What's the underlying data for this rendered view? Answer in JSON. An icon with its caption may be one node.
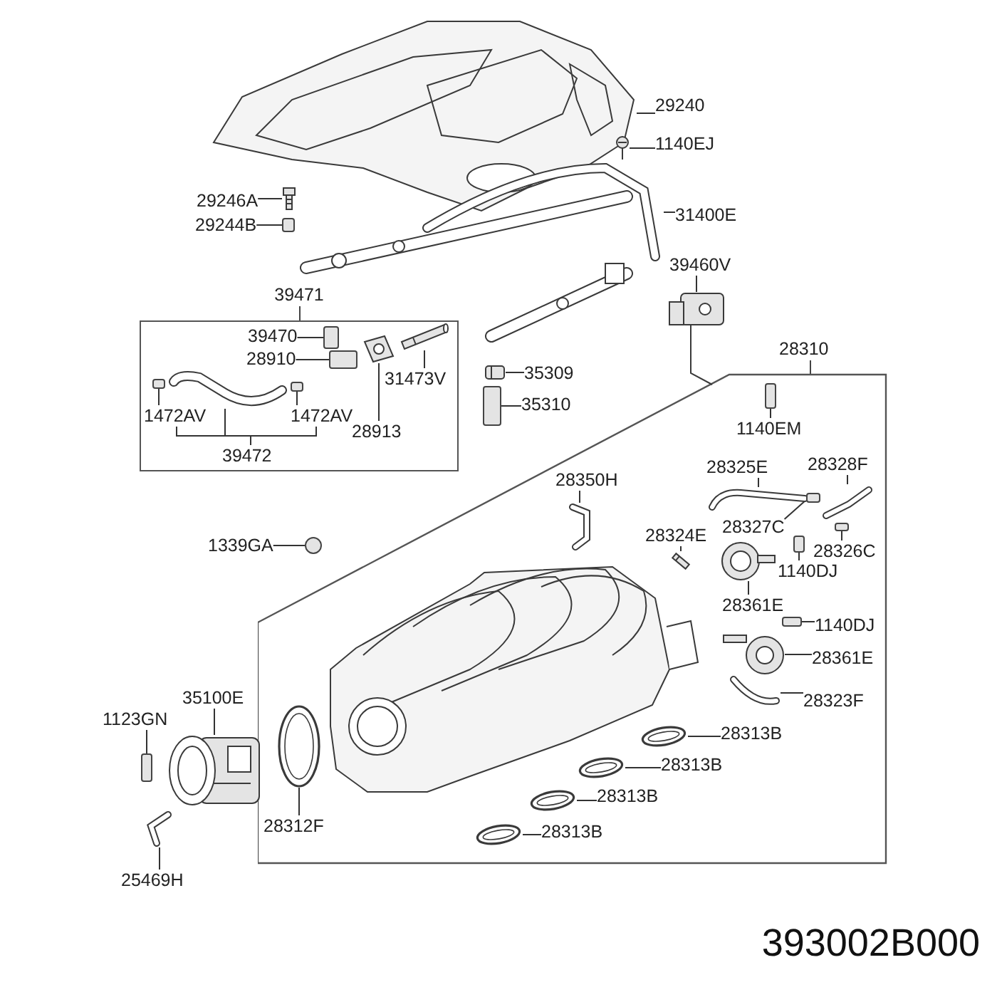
{
  "diagram": {
    "nodes": [
      {
        "text": [
          "29240"
        ]
      },
      {
        "text": [
          "29246A"
        ]
      },
      {
        "text": [
          "29244B"
        ]
      },
      {
        "text": [
          "1140EJ"
        ]
      },
      {
        "text": [
          "31400E"
        ]
      },
      {
        "text": [
          "39460V"
        ]
      },
      {
        "text": [
          "39471"
        ]
      },
      {
        "text": [
          "39470"
        ],
        "in": 6
      },
      {
        "text": [
          "28910"
        ],
        "in": 6
      },
      {
        "text": [
          "31473V"
        ],
        "in": 6
      },
      {
        "text": [
          "1472AV"
        ],
        "in": 6
      },
      {
        "text": [
          "1472AV"
        ],
        "in": 6
      },
      {
        "text": [
          "28913"
        ],
        "in": 6
      },
      {
        "text": [
          "39472"
        ],
        "in": 6
      },
      {
        "text": [
          "35309"
        ]
      },
      {
        "text": [
          "35310"
        ]
      },
      {
        "text": [
          "1140EM"
        ],
        "in": 17
      },
      {
        "text": [
          "28310"
        ]
      },
      {
        "text": [
          "28325E"
        ],
        "in": 17
      },
      {
        "text": [
          "28328F"
        ],
        "in": 17
      },
      {
        "text": [
          "28350H"
        ],
        "in": 17
      },
      {
        "text": [
          "28327C"
        ],
        "in": 17
      },
      {
        "text": [
          "28326C"
        ],
        "in": 17
      },
      {
        "text": [
          "28324E"
        ],
        "in": 17
      },
      {
        "text": [
          "1339GA"
        ]
      },
      {
        "text": [
          "1140DJ"
        ],
        "in": 17
      },
      {
        "text": [
          "28361E"
        ],
        "in": 17
      },
      {
        "text": [
          "1140DJ"
        ],
        "in": 17
      },
      {
        "text": [
          "28361E"
        ],
        "in": 17
      },
      {
        "text": [
          "28323F"
        ],
        "in": 17
      },
      {
        "text": [
          "35100E"
        ]
      },
      {
        "text": [
          "1123GN"
        ]
      },
      {
        "text": [
          "28313B"
        ],
        "in": 17
      },
      {
        "text": [
          "28313B"
        ],
        "in": 17
      },
      {
        "text": [
          "28313B"
        ],
        "in": 17
      },
      {
        "text": [
          "28312F"
        ],
        "in": 17
      },
      {
        "text": [
          "28313B"
        ],
        "in": 17
      },
      {
        "text": [
          "25469H"
        ]
      },
      {
        "text": [],
        "shape": "picture"
      },
      {
        "text": [],
        "shape": "picture"
      },
      {
        "text": [],
        "shape": "box"
      },
      {
        "text": [],
        "shape": "picture"
      },
      {
        "text": [],
        "shape": "picture"
      },
      {
        "text": [],
        "shape": "picture"
      },
      {
        "text": [],
        "shape": "box",
        "in": 6
      },
      {
        "text": [],
        "shape": "box",
        "in": 6
      },
      {
        "text": [],
        "shape": "picture",
        "in": 6
      },
      {
        "text": [],
        "shape": "box",
        "in": 6
      },
      {
        "text": [],
        "shape": "box",
        "in": 6
      },
      {
        "text": [],
        "shape": "picture",
        "in": 6
      },
      {
        "text": [],
        "shape": "picture",
        "in": 6
      },
      {
        "text": [],
        "shape": "picture"
      },
      {
        "text": [],
        "shape": "box"
      },
      {
        "text": [],
        "shape": "box",
        "in": 17
      },
      {
        "text": [],
        "shape": "picture",
        "in": 17
      },
      {
        "text": [],
        "shape": "picture",
        "in": 17
      },
      {
        "text": [],
        "shape": "picture",
        "in": 17
      },
      {
        "text": [],
        "shape": "box",
        "in": 17
      },
      {
        "text": [],
        "shape": "box",
        "in": 17
      },
      {
        "text": [],
        "shape": "picture",
        "in": 17
      },
      {
        "text": [],
        "shape": "circle"
      },
      {
        "text": [],
        "shape": "box",
        "in": 17
      },
      {
        "text": [],
        "shape": "picture",
        "in": 17
      },
      {
        "text": [],
        "shape": "box",
        "in": 17
      },
      {
        "text": [],
        "shape": "picture",
        "in": 17
      },
      {
        "text": [],
        "shape": "picture",
        "in": 17
      },
      {
        "text": [],
        "shape": "picture"
      },
      {
        "text": [],
        "shape": "box"
      },
      {
        "text": [],
        "shape": "picture",
        "in": 17
      },
      {
        "text": [],
        "shape": "picture",
        "in": 17
      },
      {
        "text": [],
        "shape": "picture",
        "in": 17
      },
      {
        "text": [],
        "shape": "picture",
        "in": 17
      },
      {
        "text": [],
        "shape": "picture",
        "in": 17
      },
      {
        "text": [],
        "shape": "picture"
      }
    ],
    "edges": [
      {
        "from": 0,
        "to": 38,
        "arrow": "none"
      },
      {
        "from": 1,
        "to": 39,
        "arrow": "none"
      },
      {
        "from": 2,
        "to": 40,
        "arrow": "none"
      },
      {
        "from": 3,
        "to": 41,
        "arrow": "none"
      },
      {
        "from": 4,
        "to": 42,
        "arrow": "none"
      },
      {
        "from": 5,
        "to": 43,
        "arrow": "none"
      },
      {
        "from": 7,
        "to": 44,
        "arrow": "none"
      },
      {
        "from": 8,
        "to": 45,
        "arrow": "none"
      },
      {
        "from": 9,
        "to": 46,
        "arrow": "none"
      },
      {
        "from": 10,
        "to": 47,
        "arrow": "none"
      },
      {
        "from": 11,
        "to": 48,
        "arrow": "none"
      },
      {
        "from": 12,
        "to": 49,
        "arrow": "none"
      },
      {
        "from": 13,
        "to": 10,
        "arrow": "none"
      },
      {
        "from": 13,
        "to": 11,
        "arrow": "none"
      },
      {
        "from": 13,
        "to": 50,
        "arrow": "none"
      },
      {
        "from": 14,
        "to": 51,
        "arrow": "none"
      },
      {
        "from": 15,
        "to": 52,
        "arrow": "none"
      },
      {
        "from": 16,
        "to": 53,
        "arrow": "none"
      },
      {
        "from": 18,
        "to": 54,
        "arrow": "none"
      },
      {
        "from": 19,
        "to": 55,
        "arrow": "none"
      },
      {
        "from": 20,
        "to": 56,
        "arrow": "none"
      },
      {
        "from": 21,
        "to": 57,
        "arrow": "none"
      },
      {
        "from": 22,
        "to": 58,
        "arrow": "none"
      },
      {
        "from": 23,
        "to": 59,
        "arrow": "none"
      },
      {
        "from": 24,
        "to": 60,
        "arrow": "none"
      },
      {
        "from": 25,
        "to": 61,
        "arrow": "none"
      },
      {
        "from": 26,
        "to": 62,
        "arrow": "none"
      },
      {
        "from": 27,
        "to": 63,
        "arrow": "none"
      },
      {
        "from": 28,
        "to": 64,
        "arrow": "none"
      },
      {
        "from": 29,
        "to": 65,
        "arrow": "none"
      },
      {
        "from": 30,
        "to": 66,
        "arrow": "none"
      },
      {
        "from": 31,
        "to": 67,
        "arrow": "none"
      },
      {
        "from": 32,
        "to": 68,
        "arrow": "none"
      },
      {
        "from": 33,
        "to": 69,
        "arrow": "none"
      },
      {
        "from": 34,
        "to": 70,
        "arrow": "none"
      },
      {
        "from": 35,
        "to": 71,
        "arrow": "none"
      },
      {
        "from": 36,
        "to": 72,
        "arrow": "none"
      },
      {
        "from": 37,
        "to": 73,
        "arrow": "none"
      }
    ],
    "labels": [
      "393002B000"
    ]
  }
}
